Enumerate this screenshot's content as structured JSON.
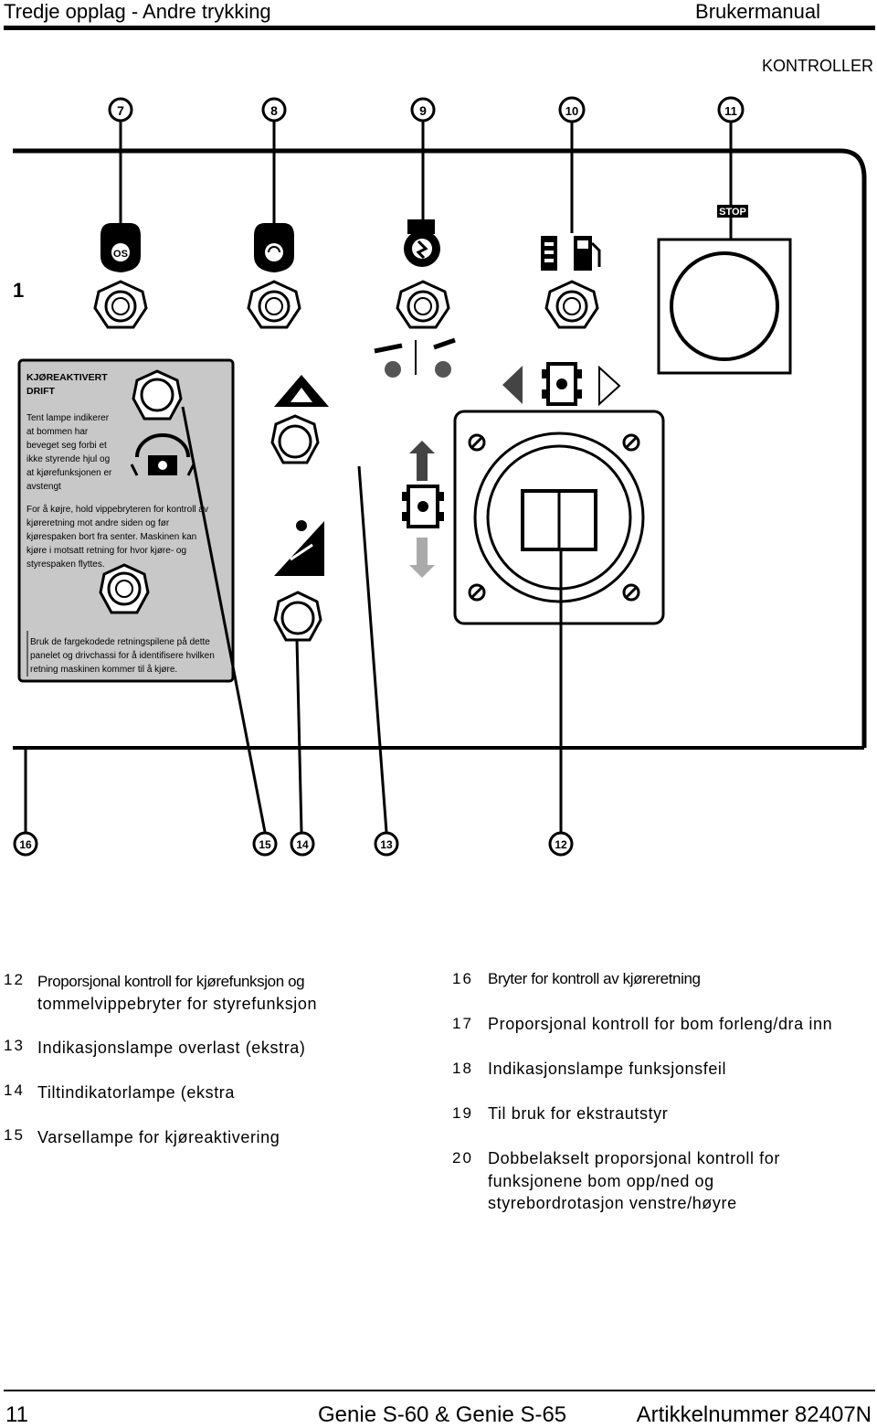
{
  "header": {
    "left": "Tredje opplag - Andre trykking",
    "right": "Brukermanual",
    "section": "KONTROLLER"
  },
  "diagram": {
    "top_callouts": [
      "7",
      "8",
      "9",
      "10",
      "11"
    ],
    "bottom_callouts": [
      "16",
      "15",
      "14",
      "13",
      "12"
    ],
    "panel_number": "1",
    "stop_label": "STOP",
    "decal": {
      "title_line1": "KJØREAKTIVERT",
      "title_line2": "DRIFT",
      "para1": [
        "Tent lampe indikerer",
        "at bommen har",
        "beveget seg forbi et",
        "ikke styrende hjul og",
        "at kjørefunksjonen er",
        "avstengt"
      ],
      "para2": [
        "For å køjre, hold vippebryteren for kontroll av",
        "kjøreretning mot andre siden og før",
        "kjørespaken bort fra senter. Maskinen kan",
        "kjøre i motsatt retning for hvor kjøre- og",
        "styrespaken flyttes."
      ],
      "para3": [
        "Bruk de fargekodede retningspilene på dette",
        "panelet og drivchassi for å identifisere hvilken",
        "retning maskinen kommer til å kjøre."
      ]
    }
  },
  "legend": {
    "left": [
      {
        "num": "12",
        "lines": [
          "Proporsjonal kontroll for kjørefunksjon og",
          "tommelvippebryter for styrefunksjon"
        ]
      },
      {
        "num": "13",
        "lines": [
          "Indikasjonslampe overlast (ekstra)"
        ]
      },
      {
        "num": "14",
        "lines": [
          "Tiltindikatorlampe (ekstra"
        ]
      },
      {
        "num": "15",
        "lines": [
          "Varsellampe for kjøreaktivering"
        ]
      }
    ],
    "right": [
      {
        "num": "16",
        "lines": [
          "Bryter for kontroll av kjøreretning"
        ]
      },
      {
        "num": "17",
        "lines": [
          "Proporsjonal kontroll for bom forleng/dra inn"
        ]
      },
      {
        "num": "18",
        "lines": [
          "Indikasjonslampe funksjonsfeil"
        ]
      },
      {
        "num": "19",
        "lines": [
          "Til bruk for ekstrautstyr"
        ]
      },
      {
        "num": "20",
        "lines": [
          "Dobbelakselt proporsjonal kontroll for",
          "funksjonene bom opp/ned og",
          "styrebordrotasjon venstre/høyre"
        ]
      }
    ]
  },
  "footer": {
    "page": "11",
    "model": "Genie S-60 & Genie S-65",
    "article": "Artikkelnummer 82407N"
  }
}
